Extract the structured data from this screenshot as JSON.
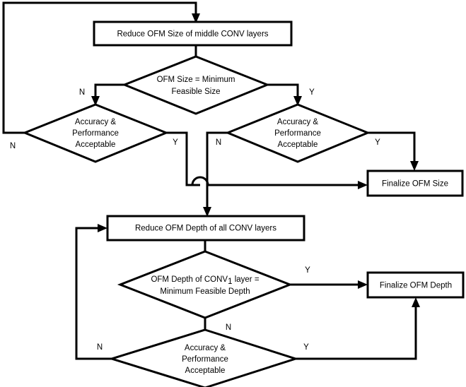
{
  "diagram": {
    "title": "OFM Size and Depth Reduction Flowchart",
    "colors": {
      "stroke": "#000000",
      "fill": "#ffffff",
      "background": "#ffffff"
    },
    "nodes": {
      "reduce_size_box": {
        "type": "process",
        "label": "Reduce OFM Size of middle CONV layers"
      },
      "size_min_diamond": {
        "type": "decision",
        "line1": "OFM Size  =  Minimum",
        "line2": "Feasible Size"
      },
      "acc_perf_left": {
        "type": "decision",
        "line1": "Accuracy &",
        "line2": "Performance",
        "line3": "Acceptable"
      },
      "acc_perf_right": {
        "type": "decision",
        "line1": "Accuracy &",
        "line2": "Performance",
        "line3": "Acceptable"
      },
      "finalize_size_box": {
        "type": "process",
        "label": "Finalize OFM Size"
      },
      "reduce_depth_box": {
        "type": "process",
        "label": "Reduce OFM Depth of all CONV layers"
      },
      "depth_min_diamond": {
        "type": "decision",
        "line1_pre": "OFM Depth of CONV",
        "line1_sub": "1",
        "line1_post": " layer  =",
        "line2": "Minimum Feasible Depth"
      },
      "finalize_depth_box": {
        "type": "process",
        "label": "Finalize OFM Depth"
      },
      "acc_perf_bottom": {
        "type": "decision",
        "line1": "Accuracy &",
        "line2": "Performance",
        "line3": "Acceptable"
      }
    },
    "edge_labels": {
      "size_min_no": "N",
      "size_min_yes": "Y",
      "acc_left_no": "N",
      "acc_left_yes": "Y",
      "acc_right_no": "N",
      "acc_right_yes": "Y",
      "depth_min_yes": "Y",
      "depth_min_no": "N",
      "acc_bottom_no": "N",
      "acc_bottom_yes": "Y"
    }
  }
}
